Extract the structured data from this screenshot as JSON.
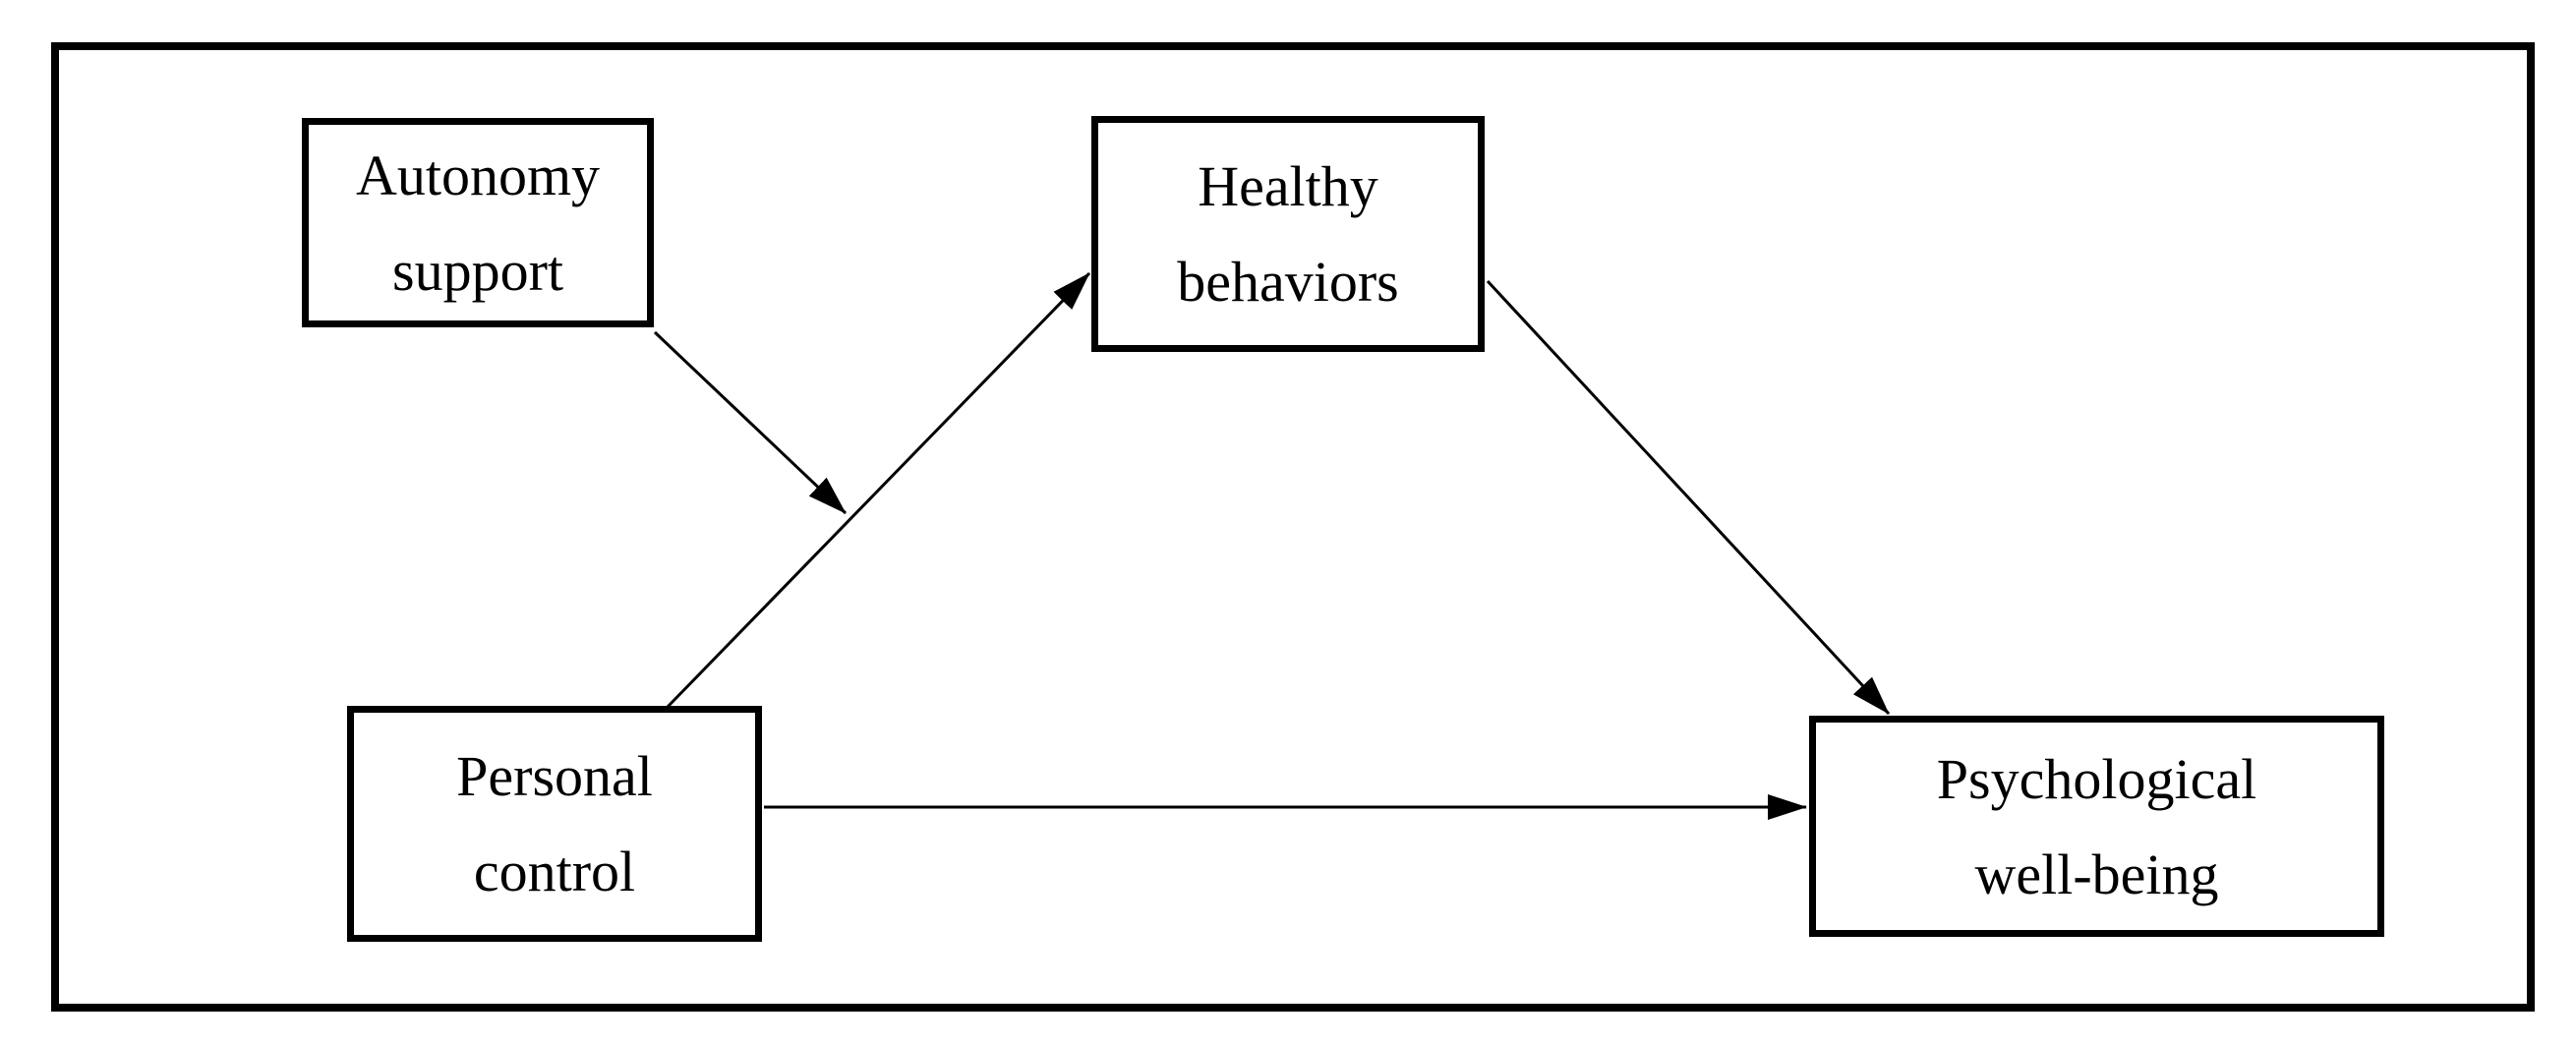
{
  "figure": {
    "type": "path-diagram",
    "nodes": {
      "autonomy_support": {
        "line1": "Autonomy",
        "line2": "support"
      },
      "healthy_behaviors": {
        "line1": "Healthy",
        "line2": "behaviors"
      },
      "personal_control": {
        "line1": "Personal",
        "line2": "control"
      },
      "psychological_well_being": {
        "line1": "Psychological",
        "line2": "well-being"
      }
    },
    "edges": [
      {
        "from": "autonomy_support",
        "to": "personal_control-healthy_behaviors-path",
        "style": "moderation-arrow"
      },
      {
        "from": "personal_control",
        "to": "healthy_behaviors",
        "style": "arrow"
      },
      {
        "from": "healthy_behaviors",
        "to": "psychological_well_being",
        "style": "arrow"
      },
      {
        "from": "personal_control",
        "to": "psychological_well_being",
        "style": "arrow"
      }
    ],
    "colors": {
      "ink": "#000000",
      "paper": "#ffffff"
    }
  }
}
